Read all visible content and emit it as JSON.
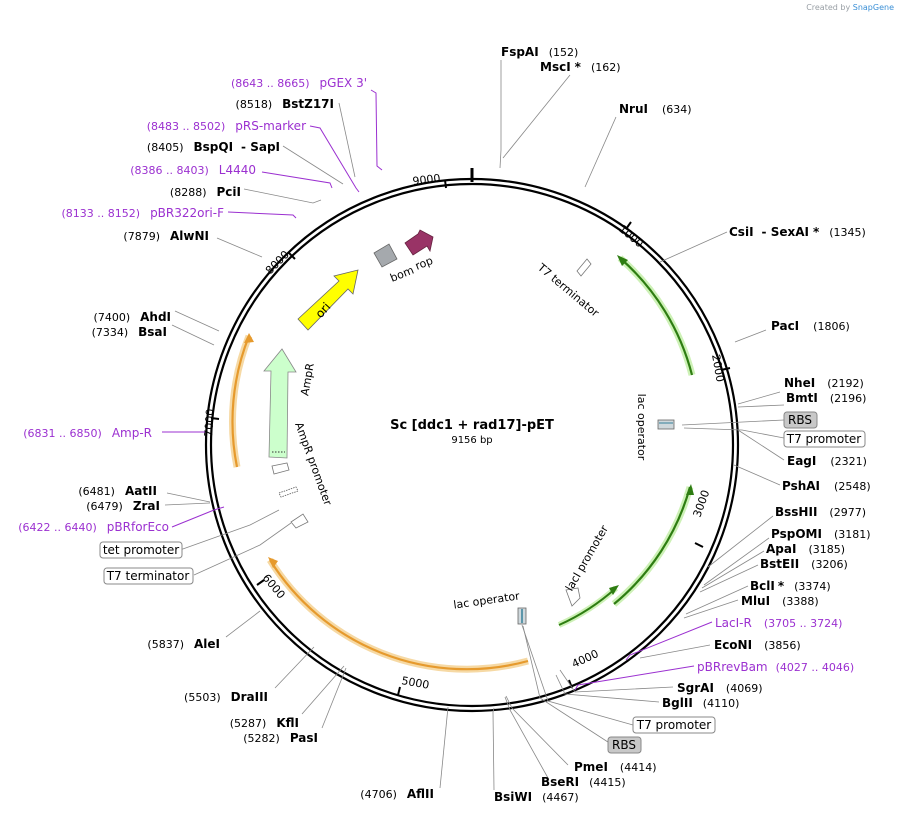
{
  "credit": {
    "prefix": "Created by",
    "brand": "SnapGene"
  },
  "map": {
    "title": "Sc [ddc1 + rad17]-pET",
    "length_label": "9156 bp",
    "length": 9156,
    "ticks": [
      "1000",
      "2000",
      "3000",
      "4000",
      "5000",
      "6000",
      "7000",
      "8000",
      "9000"
    ]
  },
  "sites": [
    {
      "name": "FspAI",
      "pos": "(152)"
    },
    {
      "name": "MscI",
      "star": "*",
      "pos": "(162)"
    },
    {
      "name": "NruI",
      "pos": "(634)"
    },
    {
      "name": "CsiI",
      "second": "- SexAI",
      "star": "*",
      "pos": "(1345)"
    },
    {
      "name": "PacI",
      "pos": "(1806)"
    },
    {
      "name": "NheI",
      "pos": "(2192)"
    },
    {
      "name": "BmtI",
      "pos": "(2196)"
    },
    {
      "name": "EagI",
      "pos": "(2321)"
    },
    {
      "name": "PshAI",
      "pos": "(2548)"
    },
    {
      "name": "BssHII",
      "pos": "(2977)"
    },
    {
      "name": "PspOMI",
      "pos": "(3181)"
    },
    {
      "name": "ApaI",
      "pos": "(3185)"
    },
    {
      "name": "BstEII",
      "pos": "(3206)"
    },
    {
      "name": "BclI",
      "star": "*",
      "pos": "(3374)"
    },
    {
      "name": "MluI",
      "pos": "(3388)"
    },
    {
      "name": "EcoNI",
      "pos": "(3856)"
    },
    {
      "name": "SgrAI",
      "pos": "(4069)"
    },
    {
      "name": "BglII",
      "pos": "(4110)"
    },
    {
      "name": "PmeI",
      "pos": "(4414)"
    },
    {
      "name": "BseRI",
      "pos": "(4415)"
    },
    {
      "name": "BsiWI",
      "pos": "(4467)"
    },
    {
      "name": "AflII",
      "pos": "(4706)"
    },
    {
      "name": "PasI",
      "pos": "(5282)"
    },
    {
      "name": "KflI",
      "pos": "(5287)"
    },
    {
      "name": "DraIII",
      "pos": "(5503)"
    },
    {
      "name": "AleI",
      "pos": "(5837)"
    },
    {
      "name": "ZraI",
      "pos": "(6479)"
    },
    {
      "name": "AatII",
      "pos": "(6481)"
    },
    {
      "name": "BsaI",
      "pos": "(7334)"
    },
    {
      "name": "AhdI",
      "pos": "(7400)"
    },
    {
      "name": "AlwNI",
      "pos": "(7879)"
    },
    {
      "name": "PciI",
      "pos": "(8288)"
    },
    {
      "name": "BspQI",
      "second": "- SapI",
      "pos": "(8405)"
    },
    {
      "name": "BstZ17I",
      "pos": "(8518)"
    }
  ],
  "primers": [
    {
      "name": "pGEX 3'",
      "range": "(8643 .. 8665)"
    },
    {
      "name": "pRS-marker",
      "range": "(8483 .. 8502)"
    },
    {
      "name": "L4440",
      "range": "(8386 .. 8403)"
    },
    {
      "name": "pBR322ori-F",
      "range": "(8133 .. 8152)"
    },
    {
      "name": "Amp-R",
      "range": "(6831 .. 6850)"
    },
    {
      "name": "pBRforEco",
      "range": "(6422 .. 6440)"
    },
    {
      "name": "LacI-R",
      "range": "(3705 .. 3724)"
    },
    {
      "name": "pBRrevBam",
      "range": "(4027 .. 4046)"
    }
  ],
  "boxed": [
    {
      "label": "RBS",
      "kind": "gray"
    },
    {
      "label": "T7 promoter",
      "kind": "white"
    },
    {
      "label": "tet promoter",
      "kind": "white"
    },
    {
      "label": "T7 terminator",
      "kind": "white"
    },
    {
      "label": "T7 promoter",
      "kind": "white"
    },
    {
      "label": "RBS",
      "kind": "gray"
    }
  ],
  "features": [
    {
      "label": "ori",
      "color": "#ffff00"
    },
    {
      "label": "AmpR",
      "color": "#ccffcc"
    },
    {
      "label": "AmpR promoter",
      "color": "#ffffff"
    },
    {
      "label": "bom",
      "color": "#999999"
    },
    {
      "label": "rop",
      "color": "#993366"
    },
    {
      "label": "T7 terminator",
      "color": "#ffffff"
    },
    {
      "label": "lac operator",
      "color": "#66aacc"
    },
    {
      "label": "lacI promoter",
      "color": "#ffffff"
    },
    {
      "label": "lac operator",
      "color": "#66aacc"
    }
  ],
  "colors": {
    "site_text": "#000000",
    "primer": "#9b30d0",
    "orf_green": "#2e7d12",
    "orf_orange": "#e8a33a"
  }
}
